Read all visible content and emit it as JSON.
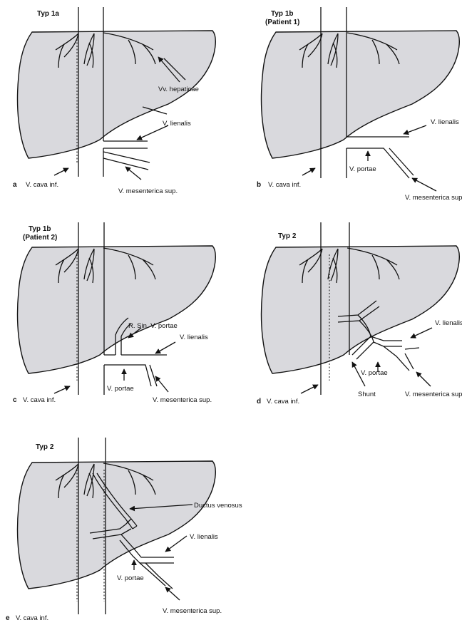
{
  "panels": [
    {
      "id": "a",
      "title": [
        "Typ 1a"
      ],
      "letter": "a",
      "labels": {
        "cava": "V. cava inf.",
        "hep": "Vv. hepaticae",
        "lien": "V. lienalis",
        "mes": "V. mesenterica sup."
      }
    },
    {
      "id": "b",
      "title": [
        "Typ 1b",
        "(Patient 1)"
      ],
      "letter": "b",
      "labels": {
        "cava": "V. cava inf.",
        "lien": "V. lienalis",
        "port": "V. portae",
        "mes": "V. mesenterica sup."
      }
    },
    {
      "id": "c",
      "title": [
        "Typ 1b",
        "(Patient 2)"
      ],
      "letter": "c",
      "labels": {
        "cava": "V. cava inf.",
        "rsin": "R. Sin. V. portae",
        "lien": "V. lienalis",
        "port": "V. portae",
        "mes": "V. mesenterica sup."
      }
    },
    {
      "id": "d",
      "title": [
        "Typ 2"
      ],
      "letter": "d",
      "labels": {
        "cava": "V. cava inf.",
        "lien": "V. lienalis",
        "port": "V. portae",
        "shunt": "Shunt",
        "mes": "V. mesenterica sup."
      }
    },
    {
      "id": "e",
      "title": [
        "Typ 2"
      ],
      "letter": "e",
      "labels": {
        "cava": "V. cava inf.",
        "duct": "Ductus venosus",
        "lien": "V. lienalis",
        "port": "V. portae",
        "mes": "V. mesenterica sup."
      }
    }
  ]
}
